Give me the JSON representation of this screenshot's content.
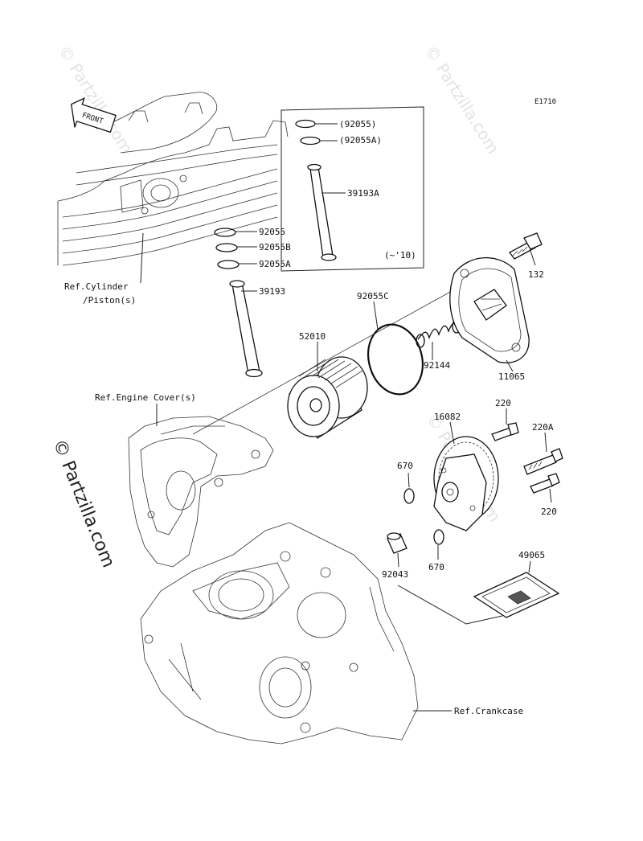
{
  "diagram_code": "E1710",
  "watermarks": {
    "top_left": "© Partzilla.com",
    "top_right": "© Partzilla.com",
    "mid_right": "© Partzilla.com",
    "side": "© Partzilla.com"
  },
  "front_label": "FRONT",
  "callouts": {
    "p92055_box": "(92055)",
    "p92055A_box": "(92055A)",
    "p39193A": "39193A",
    "range_note": "(~'10)",
    "p92055": "92055",
    "p92055B": "92055B",
    "p92055A": "92055A",
    "p39193": "39193",
    "p132": "132",
    "p92055C": "92055C",
    "p52010": "52010",
    "p92144": "92144",
    "p11065": "11065",
    "p220_top": "220",
    "p16082": "16082",
    "p220A": "220A",
    "p670_left": "670",
    "p220_bottom": "220",
    "p49065": "49065",
    "p92043": "92043",
    "p670_right": "670"
  },
  "references": {
    "cylinder_line1": "Ref.Cylinder",
    "cylinder_line2": "/Piston(s)",
    "engine_cover": "Ref.Engine Cover(s)",
    "crankcase": "Ref.Crankcase"
  }
}
